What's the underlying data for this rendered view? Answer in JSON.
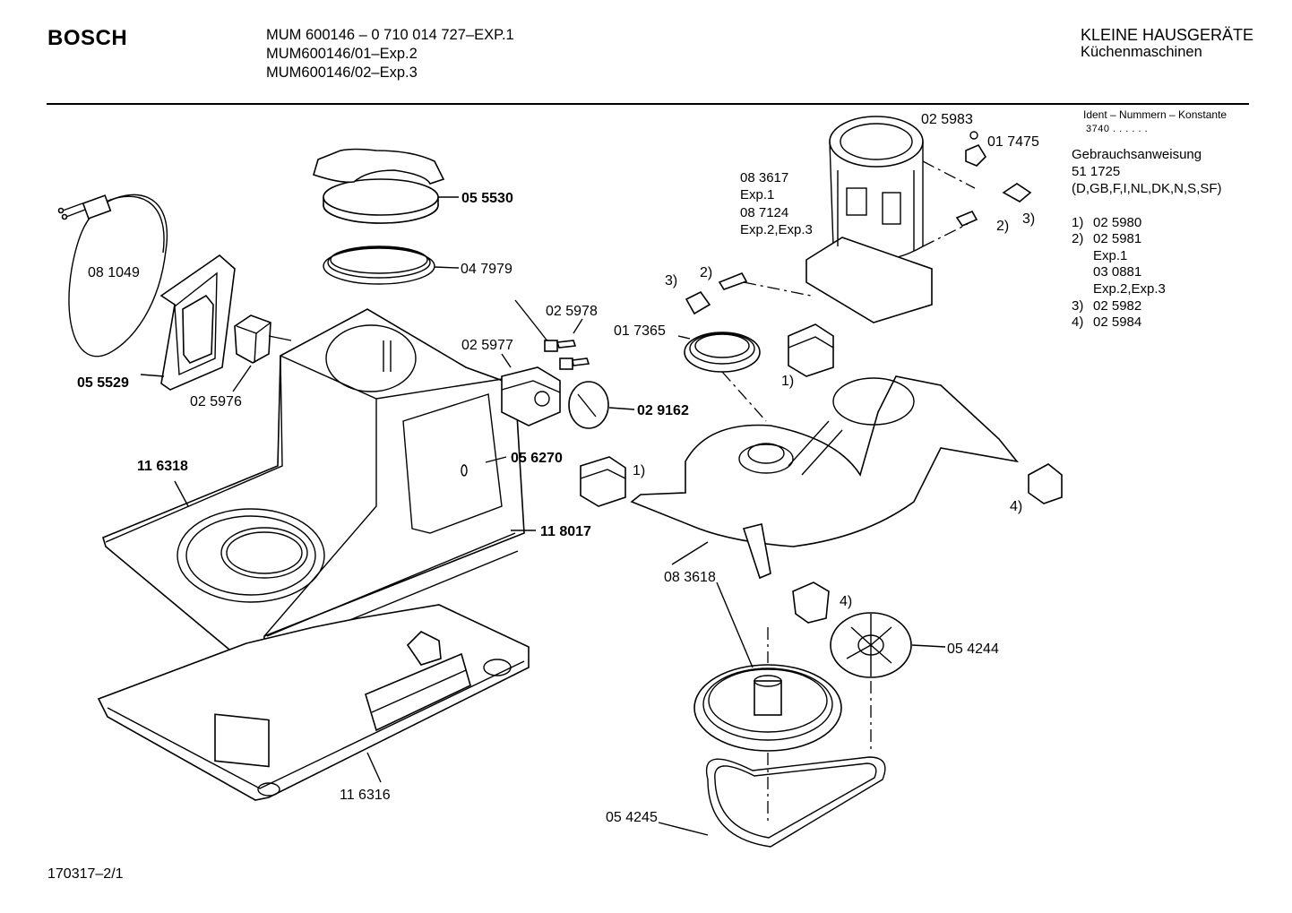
{
  "header": {
    "brand": "BOSCH",
    "model_line1": "MUM 600146 – 0 710 014 727–EXP.1",
    "model_line2": "MUM600146/01–Exp.2",
    "model_line3": "MUM600146/02–Exp.3",
    "category": "KLEINE HAUSGERÄTE",
    "subcategory": "Küchenmaschinen"
  },
  "ident": {
    "title": "Ident – Nummern – Konstante",
    "value": "3740 . . . . . ."
  },
  "instructions": {
    "title": "Gebrauchsanweisung",
    "number": "51 1725",
    "languages": "(D,GB,F,I,NL,DK,N,S,SF)"
  },
  "legend": [
    {
      "key": "1)",
      "value": "02 5980"
    },
    {
      "key": "2)",
      "value": "02 5981"
    },
    {
      "key": "",
      "value": "Exp.1"
    },
    {
      "key": "",
      "value": "03 0881"
    },
    {
      "key": "",
      "value": "Exp.2,Exp.3"
    },
    {
      "key": "3)",
      "value": "02 5982"
    },
    {
      "key": "4)",
      "value": "02 5984"
    }
  ],
  "parts": {
    "p055530": "05 5530",
    "p047979": "04 7979",
    "p081049": "08 1049",
    "p055529": "05 5529",
    "p025976": "02 5976",
    "p025978": "02 5978",
    "p025977": "02 5977",
    "p017365": "01 7365",
    "p029162": "02 9162",
    "p056270": "05 6270",
    "p116318": "11 6318",
    "p118017": "11 8017",
    "p116316": "11 6316",
    "p083618": "08 3618",
    "p054244": "05 4244",
    "p054245": "05 4245",
    "p025983": "02 5983",
    "p017475": "01 7475",
    "motor1": "08 3617",
    "motor1exp": "Exp.1",
    "motor2": "08 7124",
    "motor2exp": "Exp.2,Exp.3",
    "r1a": "1)",
    "r1b": "1)",
    "r2a": "2)",
    "r2b": "2)",
    "r3a": "3)",
    "r3b": "3)",
    "r4a": "4)",
    "r4b": "4)"
  },
  "footer": {
    "code": "170317–2/1"
  }
}
